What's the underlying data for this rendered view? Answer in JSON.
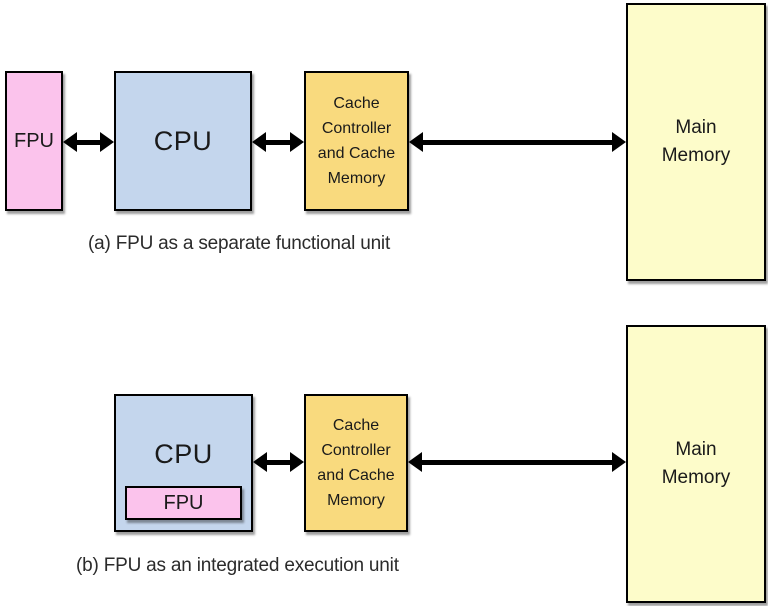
{
  "colors": {
    "fpu": "#FBC3EC",
    "cpu": "#C4D6ED",
    "cache": "#F9DA7E",
    "main_memory": "#FDFCCA",
    "border": "#000000",
    "arrow": "#000000",
    "text": "#1A1A1A",
    "background": "#FFFFFF"
  },
  "diagram_a": {
    "fpu_label": "FPU",
    "cpu_label": "CPU",
    "cache_lines": [
      "Cache",
      "Controller",
      "and Cache",
      "Memory"
    ],
    "main_memory_lines": [
      "Main",
      "Memory"
    ],
    "caption": "(a) FPU as a separate functional unit"
  },
  "diagram_b": {
    "cpu_label": "CPU",
    "fpu_label": "FPU",
    "cache_lines": [
      "Cache",
      "Controller",
      "and Cache",
      "Memory"
    ],
    "main_memory_lines": [
      "Main",
      "Memory"
    ],
    "caption": "(b) FPU as an integrated execution unit"
  }
}
